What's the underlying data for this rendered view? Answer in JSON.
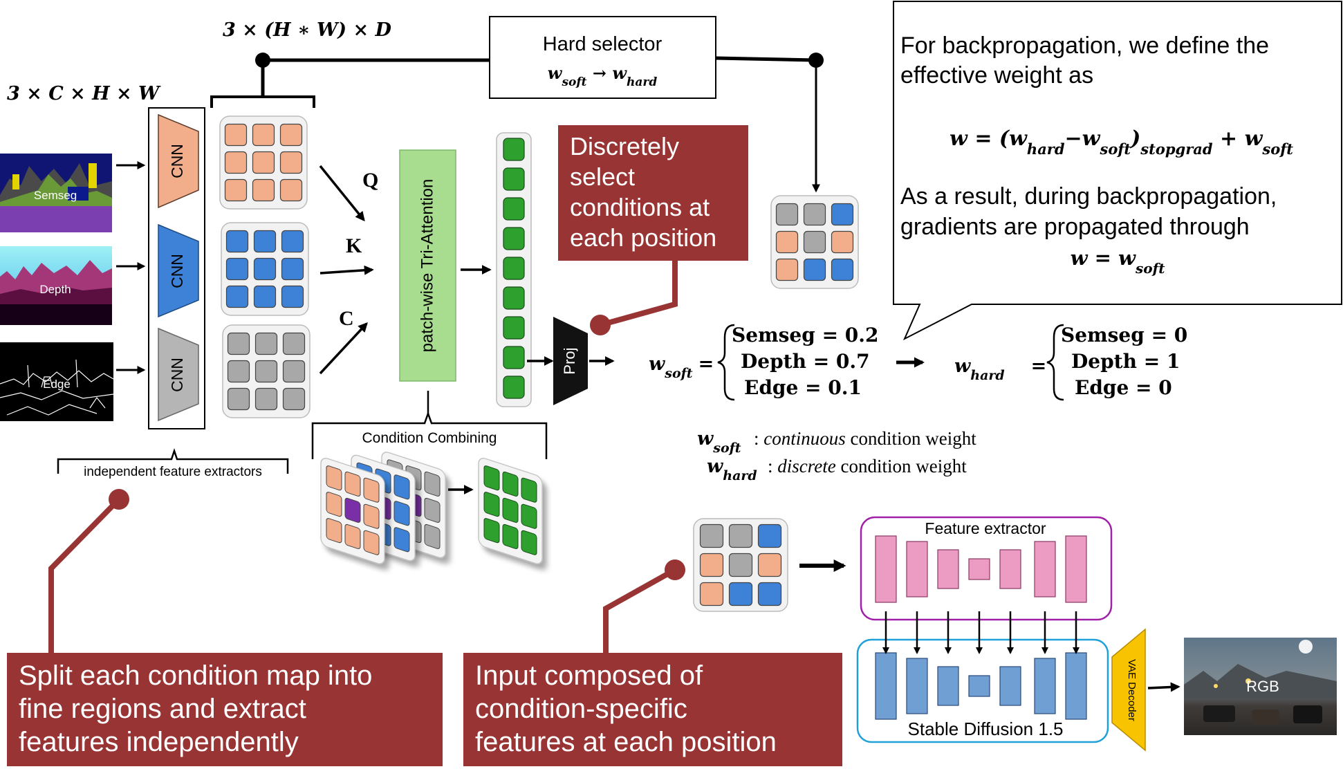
{
  "labels": {
    "input_dims": "3 × C × H × W",
    "token_dims": "3 × (H ∗ W) × D",
    "inputs": [
      "Semseg",
      "Depth",
      "Edge"
    ],
    "extractor_label": "CNN",
    "extractors_caption": "independent feature extractors",
    "q": "Q",
    "k": "K",
    "c": "C",
    "attention": "patch-wise Tri-Attention",
    "combining": "Condition Combining",
    "proj": "Proj",
    "hard_selector_title": "Hard selector",
    "hard_selector_formula": "w_soft → w_hard",
    "feature_extractor": "Feature extractor",
    "stable_diffusion": "Stable Diffusion 1.5",
    "vae_decoder": "VAE Decoder",
    "rgb": "RGB"
  },
  "callouts": {
    "discrete": [
      "Discretely",
      "select",
      "conditions at",
      "each position"
    ],
    "split": [
      "Split each condition map into",
      "fine regions and extract",
      "features independently"
    ],
    "input_composed": [
      "Input composed of",
      "condition-specific",
      "features at each position"
    ]
  },
  "speech_bubble": {
    "line1": "For backpropagation, we define the",
    "line2": "effective weight as",
    "formula": "w = (w_hard − w_soft)_stopgrad + w_soft",
    "line3": "As a result, during backpropagation,",
    "line4": "gradients are propagated through",
    "formula2": "w = w_soft"
  },
  "weights": {
    "soft_label": "w_soft",
    "hard_label": "w_hard",
    "soft_values": [
      "Semseg = 0.2",
      "Depth = 0.7",
      "Edge = 0.1"
    ],
    "hard_values": [
      "Semseg = 0",
      "Depth = 1",
      "Edge = 0"
    ],
    "legend_soft_em": "continuous",
    "legend_soft_rest": " condition weight",
    "legend_hard_em": "discrete",
    "legend_hard_rest": " condition weight"
  },
  "colors": {
    "orange": "#f2ae8b",
    "blue": "#3d82d6",
    "gray": "#a8a8a8",
    "green": "#2ea02e",
    "purple": "#7a2fa8",
    "dark_red": "#983534",
    "attention_green": "#a8dc8f",
    "pink": "#ec9cc2",
    "steel_blue": "#6f9fd3",
    "vae_yellow": "#f8c300"
  }
}
